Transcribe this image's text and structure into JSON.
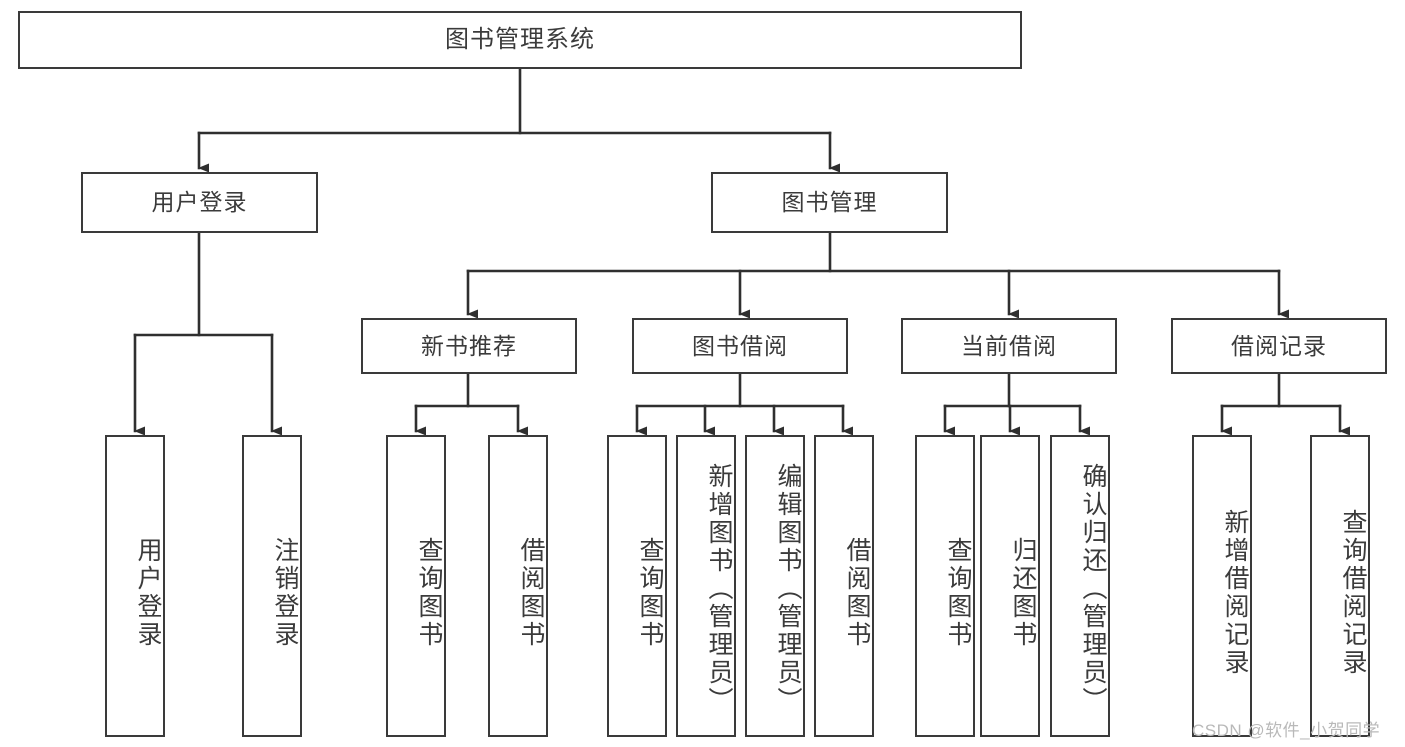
{
  "diagram": {
    "title": "图书管理系统",
    "type": "hierarchy-tree",
    "watermark": "CSDN @软件_小贺同学",
    "colors": {
      "background": "#ffffff",
      "box_border": "#3a3a3a",
      "box_fill": "#ffffff",
      "text": "#3b3b3b",
      "connector": "#2f2f2f",
      "watermark": "#b9b9b9"
    },
    "nodes": {
      "root": {
        "label": "图书管理系统"
      },
      "level2": [
        {
          "label": "用户登录"
        },
        {
          "label": "图书管理"
        }
      ],
      "level3": [
        {
          "label": "新书推荐"
        },
        {
          "label": "图书借阅"
        },
        {
          "label": "当前借阅"
        },
        {
          "label": "借阅记录"
        }
      ],
      "leaves": {
        "user_login": [
          {
            "label": "用户登录"
          },
          {
            "label": "注销登录"
          }
        ],
        "new_book_recommend": [
          {
            "label": "查询图书"
          },
          {
            "label": "借阅图书"
          }
        ],
        "book_borrow": [
          {
            "label": "查询图书"
          },
          {
            "label": "新增图书（管理员）"
          },
          {
            "label": "编辑图书（管理员）"
          },
          {
            "label": "借阅图书"
          }
        ],
        "current_borrow": [
          {
            "label": "查询图书"
          },
          {
            "label": "归还图书"
          },
          {
            "label": "确认归还（管理员）"
          }
        ],
        "borrow_record": [
          {
            "label": "新增借阅记录"
          },
          {
            "label": "查询借阅记录"
          }
        ]
      }
    }
  }
}
